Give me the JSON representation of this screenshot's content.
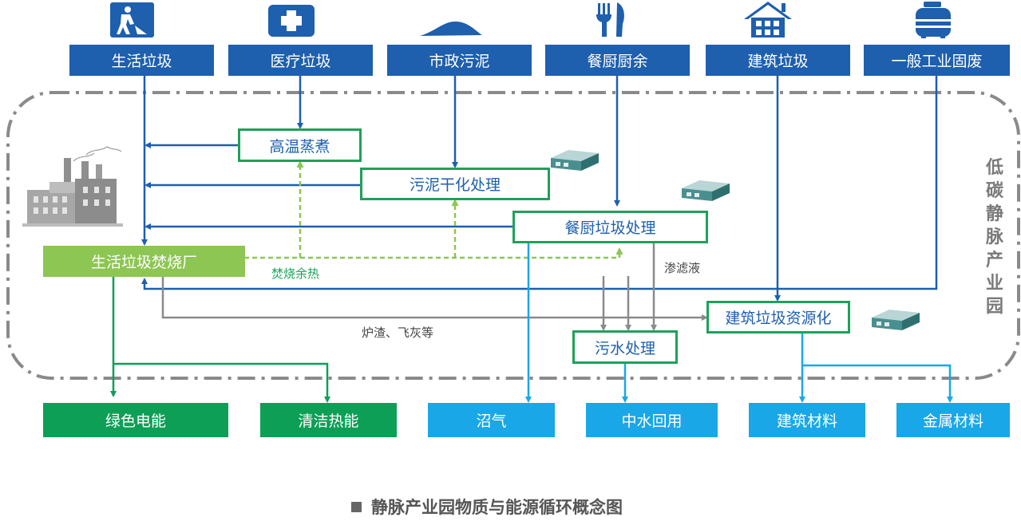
{
  "sources": [
    {
      "label": "生活垃圾",
      "icon": "worker-icon"
    },
    {
      "label": "医疗垃圾",
      "icon": "medical-cross-icon"
    },
    {
      "label": "市政污泥",
      "icon": "sludge-mound-icon"
    },
    {
      "label": "餐厨厨余",
      "icon": "fork-knife-icon"
    },
    {
      "label": "建筑垃圾",
      "icon": "house-icon"
    },
    {
      "label": "一般工业固废",
      "icon": "industrial-container-icon"
    }
  ],
  "processes": {
    "steam": "高温蒸煮",
    "sludge": "污泥干化处理",
    "kitchen": "餐厨垃圾处理",
    "incinerator": "生活垃圾焚烧厂",
    "construction": "建筑垃圾资源化",
    "sewage": "污水处理"
  },
  "labels": {
    "waste_heat": "焚烧余热",
    "leachate": "渗滤液",
    "slag": "炉渣、飞灰等",
    "park": "低碳静脉产业园"
  },
  "outputs": [
    {
      "label": "绿色电能"
    },
    {
      "label": "清洁热能"
    },
    {
      "label": "沼气"
    },
    {
      "label": "中水回用"
    },
    {
      "label": "建筑材料"
    },
    {
      "label": "金属材料"
    }
  ],
  "caption": "静脉产业园物质与能源循环概念图",
  "colors": {
    "source_blue": "#1e5fae",
    "process_border_green": "#1ea15a",
    "incinerator_green": "#8dc653",
    "energy_green": "#0e9f57",
    "product_cyan": "#1aa7e8",
    "flow_gray": "#8a8a8a",
    "boundary_gray": "#8a8a8a"
  }
}
